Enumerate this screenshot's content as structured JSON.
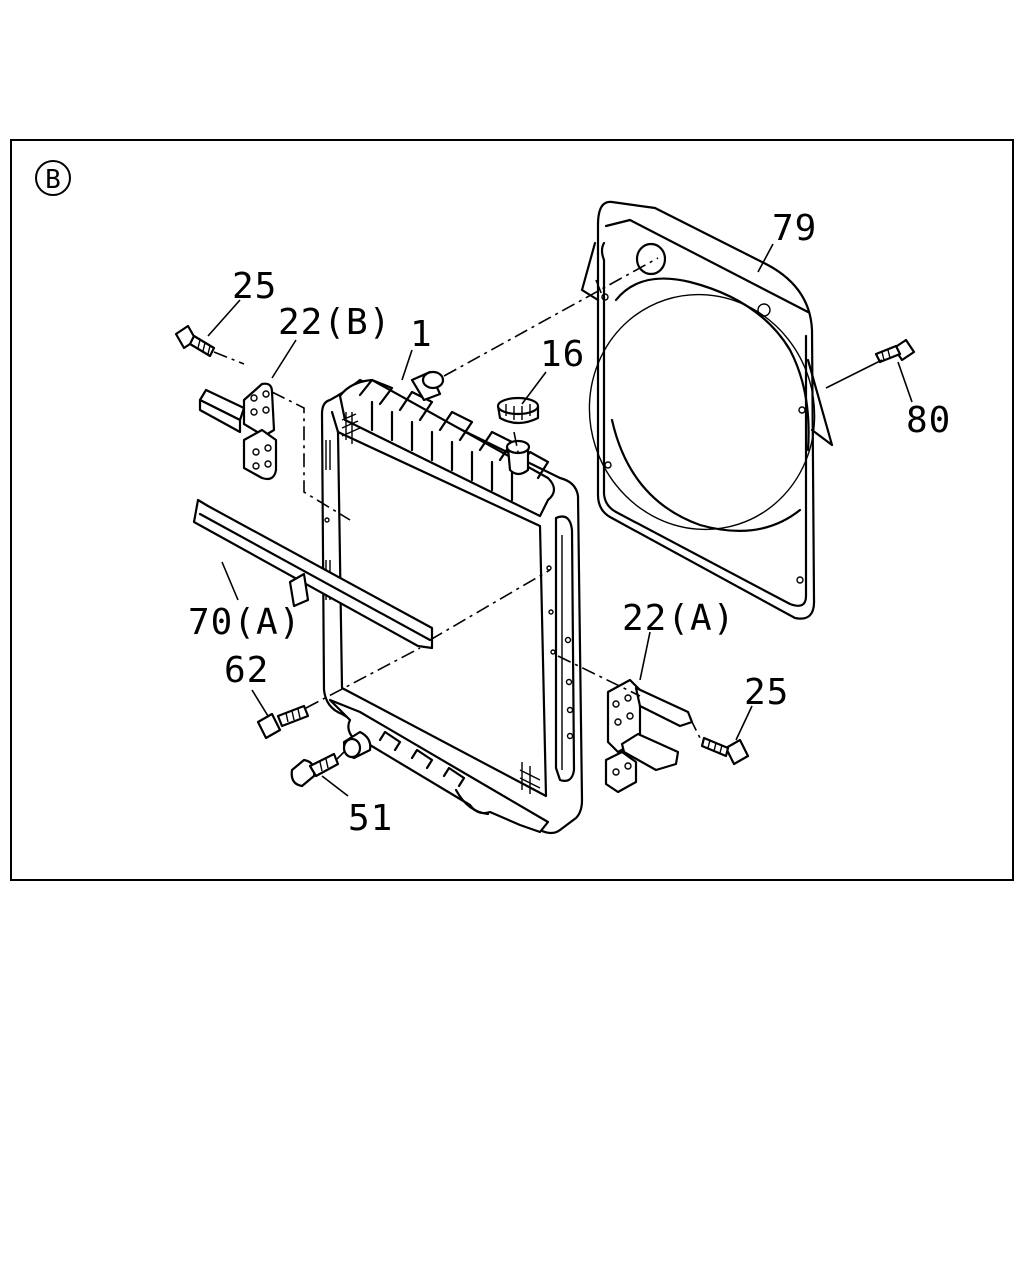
{
  "view_marker": "B",
  "callouts": [
    {
      "id": "c79",
      "text": "79"
    },
    {
      "id": "c25a",
      "text": "25"
    },
    {
      "id": "c22b",
      "text": "22(B)"
    },
    {
      "id": "c1",
      "text": "1"
    },
    {
      "id": "c16",
      "text": "16"
    },
    {
      "id": "c80",
      "text": "80"
    },
    {
      "id": "c70a",
      "text": "70(A)"
    },
    {
      "id": "c22a",
      "text": "22(A)"
    },
    {
      "id": "c62",
      "text": "62"
    },
    {
      "id": "c25b",
      "text": "25"
    },
    {
      "id": "c51",
      "text": "51"
    }
  ]
}
